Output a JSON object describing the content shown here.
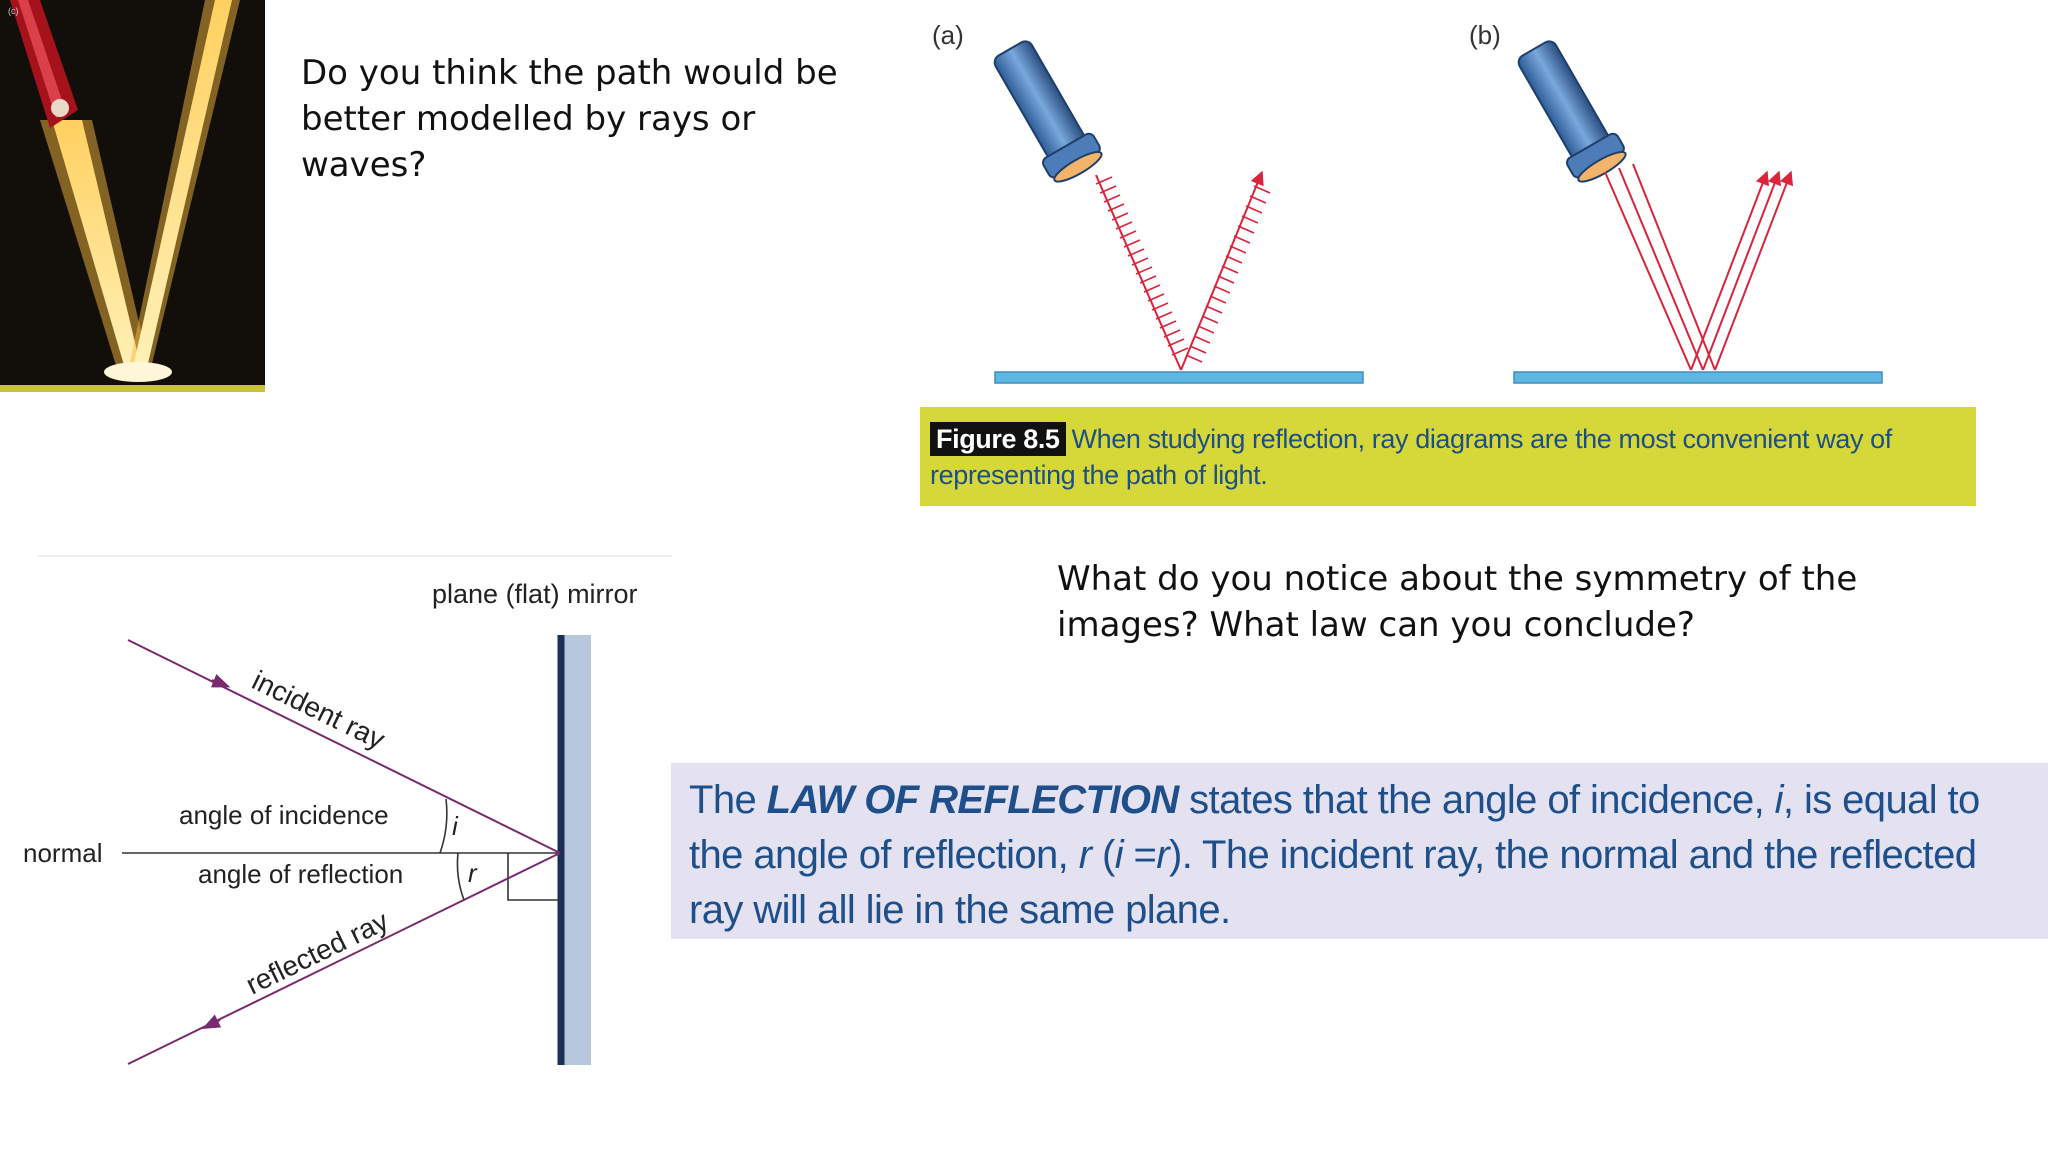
{
  "photo": {
    "corner_mark": "(c)"
  },
  "question1": "Do you think the path would be\nbetter modelled by rays or waves?",
  "figure": {
    "label_a": "(a)",
    "label_b": "(b)",
    "caption_label": "Figure 8.5",
    "caption_text": "When studying reflection, ray diagrams are the most convenient way of representing the path of light.",
    "caption_color": "#d6d83a",
    "mirror_color": "#5fb6e0",
    "ray_color": "#d9243c"
  },
  "question2": "What do you notice about the symmetry of the\nimages? What law can you conclude?",
  "reflection_diagram": {
    "mirror_label": "plane (flat) mirror",
    "incident_label": "incident ray",
    "reflected_label": "reflected ray",
    "normal_label": "normal",
    "angle_incidence_label": "angle of incidence",
    "angle_reflection_label": "angle of reflection",
    "i_symbol": "i",
    "r_symbol": "r",
    "ray_color": "#7a2a6e",
    "mirror_color": "#b7c7de"
  },
  "law": {
    "part1": "The ",
    "emph": "LAW OF REFLECTION",
    "part2": " states that the angle of incidence, ",
    "i": "i",
    "part3": ", is equal to the angle of reflection, ",
    "r": "r",
    "part4": " (",
    "eq_i": "i",
    "eq_mid": " =",
    "eq_r": "r",
    "part5": "). The incident ray, the normal and the reflected ray will all lie in the same plane.",
    "box_color": "#e4e2f0",
    "text_color": "#1e4f8a"
  }
}
